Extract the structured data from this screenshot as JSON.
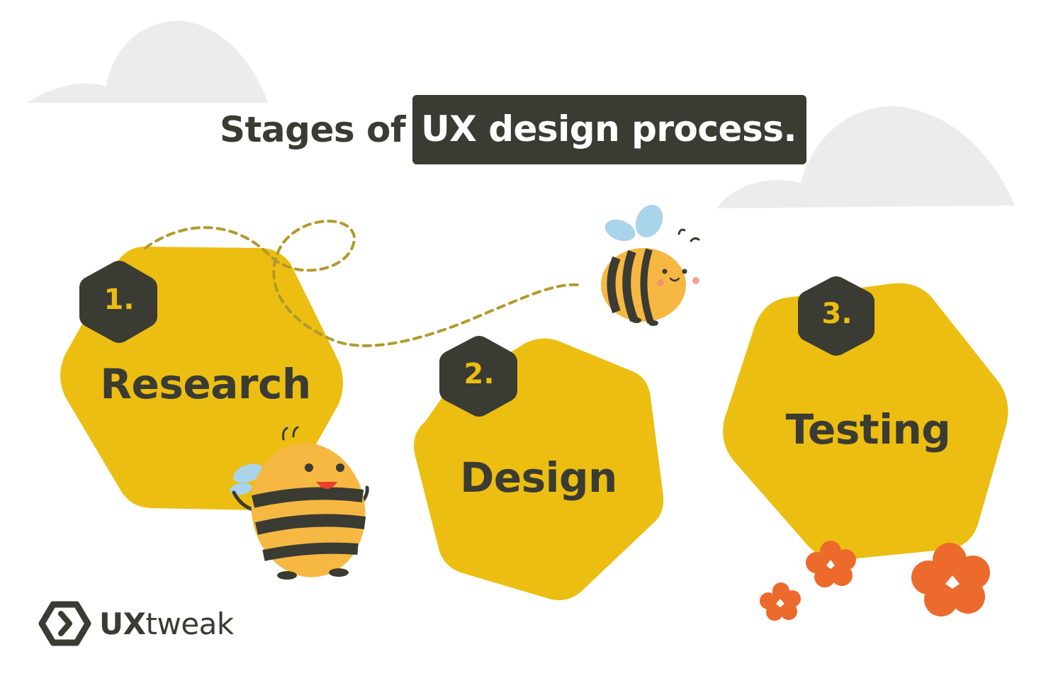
{
  "title": {
    "prefix": "Stages of",
    "highlight": "UX design process."
  },
  "stages": [
    {
      "number": "1.",
      "label": "Research"
    },
    {
      "number": "2.",
      "label": "Design"
    },
    {
      "number": "3.",
      "label": "Testing"
    }
  ],
  "logo": {
    "part_a": "UX",
    "part_b": "tweak",
    "icon": "hexagon-chevron-icon"
  },
  "colors": {
    "hexagon": "#ecbe12",
    "dark": "#3a3b33",
    "cloud": "#ececec",
    "bee_body": "#f6b842",
    "bee_wing": "#a9d4ea",
    "flower": "#ec6a2b"
  }
}
